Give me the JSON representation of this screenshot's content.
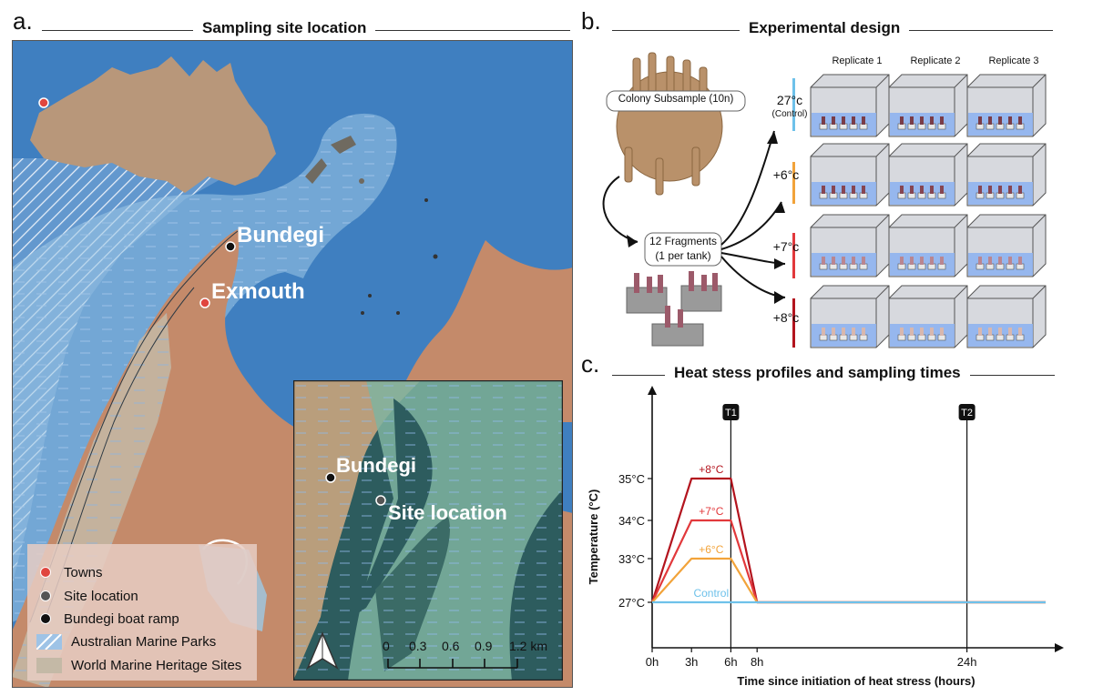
{
  "panel_a": {
    "letter": "a.",
    "title": "Sampling site location",
    "labels": {
      "bundegi": "Bundegi",
      "exmouth": "Exmouth"
    },
    "inset": {
      "bundegi": "Bundegi",
      "site": "Site location",
      "scale": [
        "0",
        "0.3",
        "0.6",
        "0.9",
        "1.2 km"
      ]
    },
    "legend": [
      {
        "label": "Towns",
        "kind": "dot",
        "color": "#e0463f"
      },
      {
        "label": "Site location",
        "kind": "dot",
        "color": "#555555"
      },
      {
        "label": "Bundegi boat ramp",
        "kind": "dot",
        "color": "#111111"
      },
      {
        "label": "Australian Marine Parks",
        "kind": "hatch",
        "color": "#9ec3e6"
      },
      {
        "label": "World Marine Heritage Sites",
        "kind": "fill",
        "color": "#c4b9a6"
      }
    ],
    "colors": {
      "ocean": "#3f7fc0",
      "land": "#c48a6a",
      "australia": "#b8977a",
      "park": "#a9cde6"
    }
  },
  "panel_b": {
    "letter": "b.",
    "title": "Experimental design",
    "colony": "Colony Subsample (10n)",
    "fragments_line1": "12 Fragments",
    "fragments_line2": "(1 per tank)",
    "replicates": [
      "Replicate 1",
      "Replicate 2",
      "Replicate 3"
    ],
    "treatments": [
      {
        "label": "27°c",
        "sub": "(Control)",
        "color": "#6ec1ea"
      },
      {
        "label": "+6°c",
        "sub": "",
        "color": "#f2a33a"
      },
      {
        "label": "+7°c",
        "sub": "",
        "color": "#e2393c"
      },
      {
        "label": "+8°c",
        "sub": "",
        "color": "#b3141e"
      }
    ]
  },
  "panel_c": {
    "letter": "c.",
    "title": "Heat stess profiles and sampling times"
  },
  "chart_data": {
    "type": "line",
    "title": "Heat stess profiles and sampling times",
    "xlabel": "Time since initiation of heat stress (hours)",
    "ylabel": "Temperature (°C)",
    "x_ticks": [
      "0h",
      "3h",
      "6h",
      "8h",
      "24h"
    ],
    "x_tick_values": [
      0,
      3,
      6,
      8,
      24
    ],
    "y_ticks": [
      "27°C",
      "33°C",
      "34°C",
      "35°C"
    ],
    "y_tick_values": [
      27,
      33,
      34,
      35
    ],
    "xlim": [
      0,
      30
    ],
    "sampling_times": [
      {
        "label": "T1",
        "x": 6
      },
      {
        "label": "T2",
        "x": 24
      }
    ],
    "series": [
      {
        "name": "+8°C",
        "color": "#b3141e",
        "points": [
          [
            0,
            27
          ],
          [
            3,
            35
          ],
          [
            6,
            35
          ],
          [
            8,
            27
          ],
          [
            30,
            27
          ]
        ]
      },
      {
        "name": "+7°C",
        "color": "#e2393c",
        "points": [
          [
            0,
            27
          ],
          [
            3,
            34
          ],
          [
            6,
            34
          ],
          [
            8,
            27
          ],
          [
            30,
            27
          ]
        ]
      },
      {
        "name": "+6°C",
        "color": "#f2a33a",
        "points": [
          [
            0,
            27
          ],
          [
            3,
            33
          ],
          [
            6,
            33
          ],
          [
            8,
            27
          ],
          [
            30,
            27
          ]
        ]
      },
      {
        "name": "Control",
        "color": "#6ec1ea",
        "points": [
          [
            0,
            27
          ],
          [
            30,
            27
          ]
        ]
      }
    ]
  }
}
